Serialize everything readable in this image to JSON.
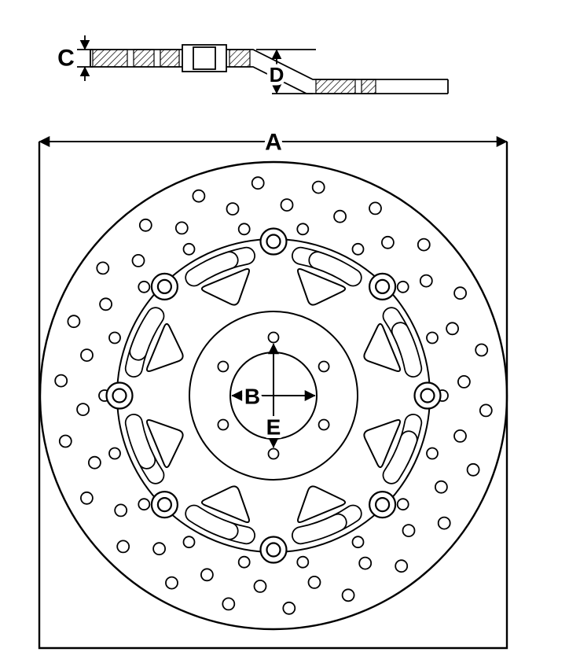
{
  "drawing": {
    "background": "#ffffff",
    "line_color": "#000000",
    "cross_section": {
      "thickness_label": "C",
      "offset_label": "D"
    },
    "front_view": {
      "outer_diameter_label": "A",
      "bore_label": "B",
      "pcd_label": "E"
    }
  }
}
